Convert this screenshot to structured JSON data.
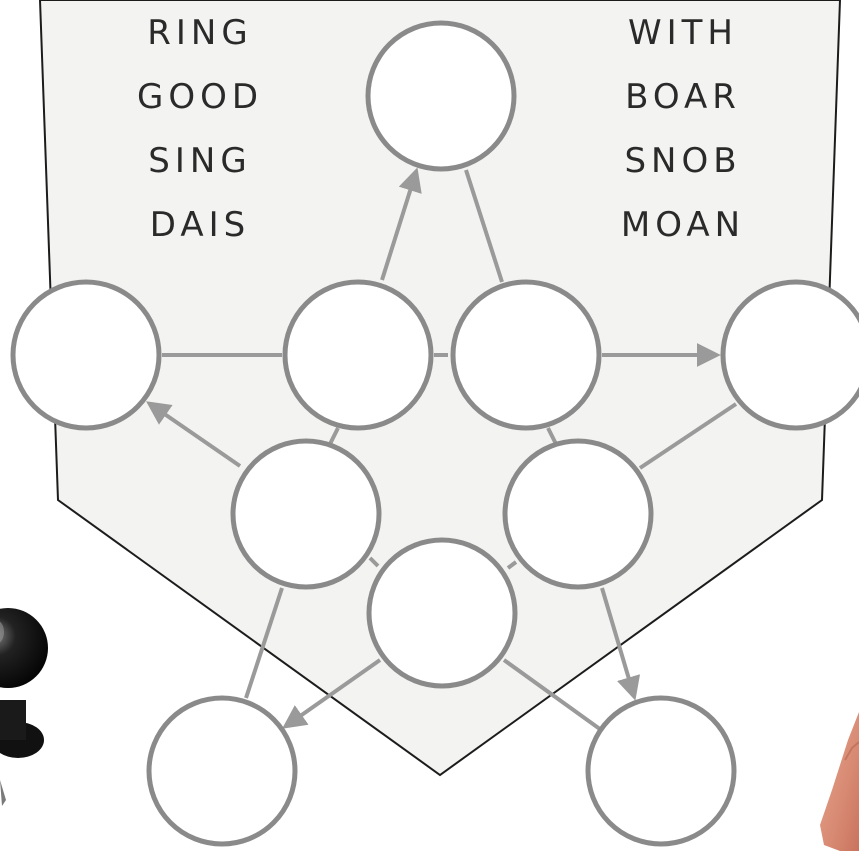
{
  "puzzle": {
    "left_words": [
      "RING",
      "GOOD",
      "SING",
      "DAIS"
    ],
    "right_words": [
      "WITH",
      "BOAR",
      "SNOB",
      "MOAN"
    ],
    "nodes": [
      {
        "id": "top",
        "value": ""
      },
      {
        "id": "upper-left-outer",
        "value": ""
      },
      {
        "id": "upper-left-inner",
        "value": ""
      },
      {
        "id": "upper-right-inner",
        "value": ""
      },
      {
        "id": "upper-right-outer",
        "value": ""
      },
      {
        "id": "middle-left",
        "value": ""
      },
      {
        "id": "middle-right",
        "value": ""
      },
      {
        "id": "center",
        "value": ""
      },
      {
        "id": "bottom-left",
        "value": ""
      },
      {
        "id": "bottom-right",
        "value": ""
      }
    ]
  },
  "colors": {
    "board_fill": "#f3f3f1",
    "board_outline": "#1c1c1c",
    "node_fill": "#ffffff",
    "node_stroke": "#8a8a8a",
    "connector": "#9a9a9a"
  },
  "props": {
    "left_object": "black-ball-handle",
    "right_object": "pink-stone"
  }
}
